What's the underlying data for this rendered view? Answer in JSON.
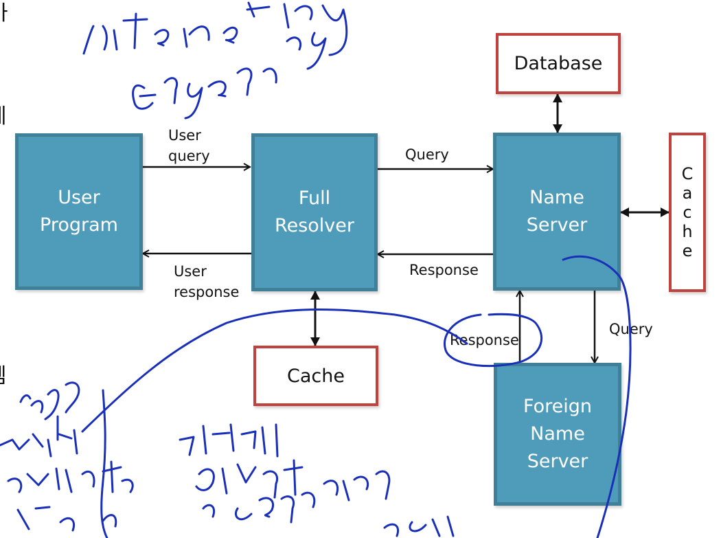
{
  "nodes": {
    "user_program": "User\nProgram",
    "full_resolver": "Full\nResolver",
    "name_server": "Name\nServer",
    "foreign_name_server": "Foreign\nName\nServer"
  },
  "stores": {
    "database": "Database",
    "cache_bottom": "Cache",
    "cache_right": "C\na\nc\nh\ne"
  },
  "edges": {
    "user_query": "User\nquery",
    "user_response": "User\nresponse",
    "query": "Query",
    "response": "Response",
    "response_foreign": "Response",
    "query_foreign": "Query"
  },
  "margin_text": {
    "top": "가",
    "middle": "게",
    "bottom": "템"
  },
  "colors": {
    "node_fill": "#4f9cba",
    "node_border": "#3f7f98",
    "store_border": "#c0413d",
    "annotation_ink": "#1a2fb8"
  }
}
